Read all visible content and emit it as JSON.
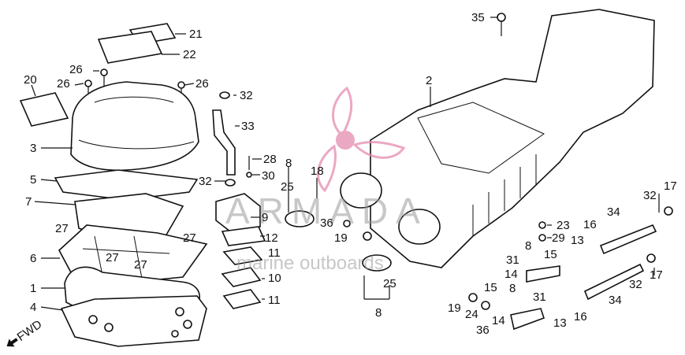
{
  "diagram": {
    "callouts": [
      "21",
      "22",
      "20",
      "26",
      "26",
      "26",
      "3",
      "5",
      "7",
      "27",
      "27",
      "6",
      "27",
      "27",
      "1",
      "4",
      "32",
      "33",
      "32",
      "28",
      "30",
      "8",
      "25",
      "18",
      "36",
      "19",
      "9",
      "12",
      "11",
      "10",
      "11",
      "25",
      "8",
      "2",
      "35",
      "23",
      "29",
      "8",
      "31",
      "15",
      "14",
      "13",
      "16",
      "34",
      "32",
      "17",
      "17",
      "32",
      "34",
      "15",
      "8",
      "31",
      "19",
      "24",
      "36",
      "14",
      "13",
      "16"
    ],
    "fwd_mark": "FWD",
    "watermark": {
      "line1": "ARMADA",
      "line2": "marine outboards",
      "logo_color": "#e58bb0"
    }
  }
}
